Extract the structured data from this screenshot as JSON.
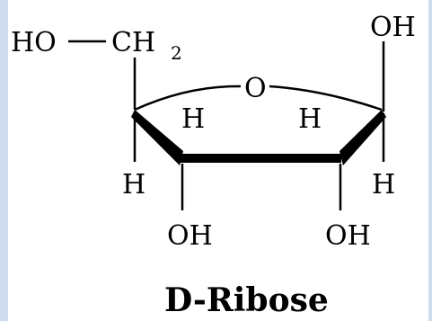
{
  "molecule": {
    "ch2oh_group": {
      "ho": "HO",
      "ch": "CH",
      "subscript": "2"
    },
    "ring_oxygen": "O",
    "c1_oh": "OH",
    "c4_h_up": "H",
    "c1_h_up": "H",
    "c4_h_down": "H",
    "c1_h_down": "H",
    "c3_oh": "OH",
    "c2_oh": "OH",
    "caption": "D-Ribose"
  },
  "colors": {
    "background_edge": "#cfdcf0",
    "panel": "#ffffff",
    "ink": "#000000"
  }
}
